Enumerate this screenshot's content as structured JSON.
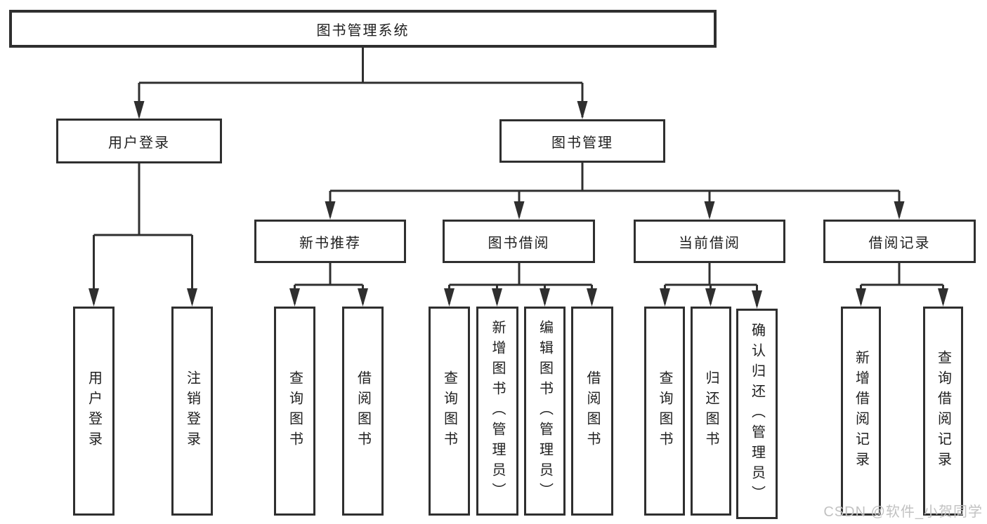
{
  "diagram": {
    "tree": {
      "label": "图书管理系统",
      "children": [
        {
          "label": "用户登录",
          "children": [
            {
              "label": "用户登录"
            },
            {
              "label": "注销登录"
            }
          ]
        },
        {
          "label": "图书管理",
          "children": [
            {
              "label": "新书推荐",
              "children": [
                {
                  "label": "查询图书"
                },
                {
                  "label": "借阅图书"
                }
              ]
            },
            {
              "label": "图书借阅",
              "children": [
                {
                  "label": "查询图书"
                },
                {
                  "label": "新增图书（管理员）"
                },
                {
                  "label": "编辑图书（管理员）"
                },
                {
                  "label": "借阅图书"
                }
              ]
            },
            {
              "label": "当前借阅",
              "children": [
                {
                  "label": "查询图书"
                },
                {
                  "label": "归还图书"
                },
                {
                  "label": "确认归还（管理员）"
                }
              ]
            },
            {
              "label": "借阅记录",
              "children": [
                {
                  "label": "新增借阅记录"
                },
                {
                  "label": "查询借阅记录"
                }
              ]
            }
          ]
        }
      ]
    }
  },
  "watermark": "CSDN @软件_小贺同学",
  "colors": {
    "line": "#2f2f2f",
    "text": "#1f1f1f",
    "background": "#ffffff",
    "watermark": "#c2c2c2"
  }
}
